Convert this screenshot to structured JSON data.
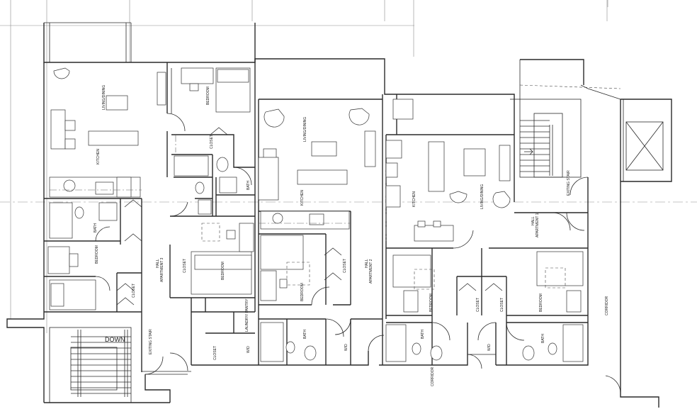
{
  "labels": {
    "living_dining_a": "LIVING/DINING",
    "living_dining_b": "LIVING/DINING",
    "living_dining_c": "LIVING/DINING",
    "bedroom": "BEDROOM",
    "kitchen": "KITCHEN",
    "bath": "BATH",
    "closet": "CLOSET",
    "laundry": "LAUNDRY/ PANTRY",
    "apartment_1": "APARTMENT 1",
    "apartment_2": "APARTMENT 2",
    "apartment_3": "APARTMENT 3",
    "hall": "HALL",
    "corridor": "CORRIDOR",
    "exiting_stair": "EXITING STAIR",
    "down": "DOWN",
    "wd": "W/D"
  }
}
